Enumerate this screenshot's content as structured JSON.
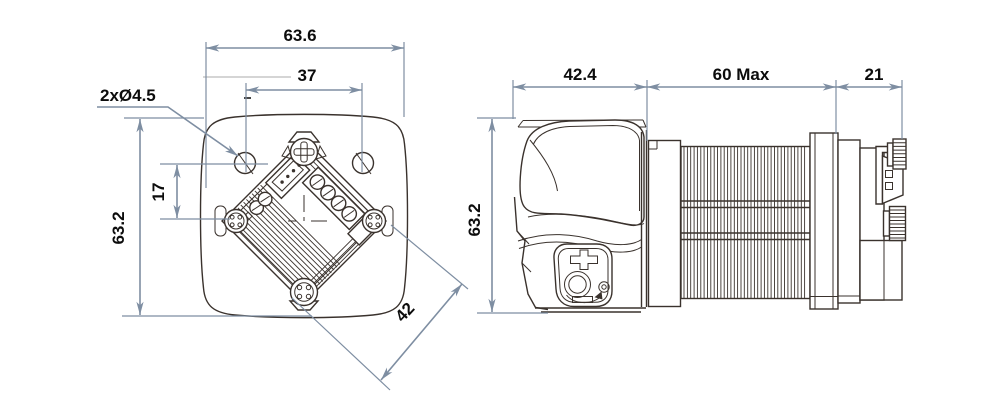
{
  "colors": {
    "background": "#ffffff",
    "dimension_lines": "#7e8ea2",
    "drawing_lines": "#3a322d",
    "label_text": "#0c0c0c"
  },
  "front_view": {
    "dimensions": {
      "overall_width": "63.6",
      "mounting_hole_spacing": "37",
      "mounting_hole_callout": "2xØ4.5",
      "overall_height": "63.2",
      "hole_to_module_center": "17",
      "module_diagonal_width": "42"
    }
  },
  "side_view": {
    "dimensions": {
      "head_depth": "42.4",
      "body_length": "60 Max",
      "rear_length": "21",
      "overall_height": "63.2"
    }
  }
}
